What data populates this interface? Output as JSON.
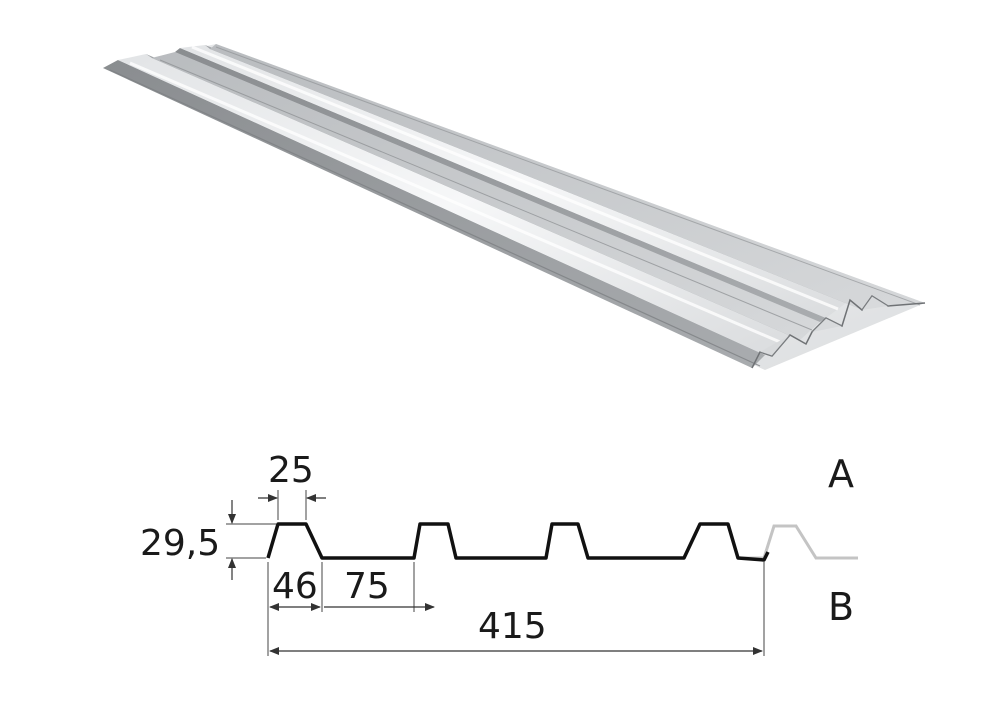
{
  "product_render": {
    "colors": {
      "light": "#f1f2f3",
      "mid": "#c9cbcd",
      "dark": "#8d9093",
      "edge": "#6f7275"
    }
  },
  "cross_section": {
    "dimensions": {
      "top_width": "25",
      "height": "29,5",
      "rib_base": "46",
      "rib_pitch": "75",
      "total_width": "415"
    },
    "side_labels": {
      "top": "A",
      "bottom": "B"
    },
    "colors": {
      "profile": "#111111",
      "ghost": "#c4c4c4",
      "dim_line": "#444444"
    }
  }
}
